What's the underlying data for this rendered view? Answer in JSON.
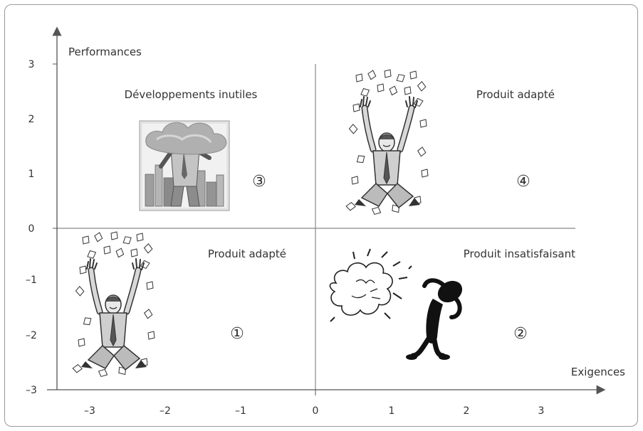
{
  "axes": {
    "y_title": "Performances",
    "x_title": "Exigences",
    "y_ticks": [
      "3",
      "2",
      "1",
      "0",
      "–1",
      "–2",
      "–3"
    ],
    "x_ticks": [
      "–3",
      "–2",
      "–1",
      "0",
      "1",
      "2",
      "3"
    ]
  },
  "quadrants": [
    {
      "id": "top-left",
      "label": "Développements inutiles",
      "number": "③",
      "illustration": "man-head-in-cloud-over-city"
    },
    {
      "id": "top-right",
      "label": "Produit adapté",
      "number": "④",
      "illustration": "kneeling-man-throwing-money"
    },
    {
      "id": "bottom-left",
      "label": "Produit adapté",
      "number": "①",
      "illustration": "kneeling-man-throwing-money"
    },
    {
      "id": "bottom-right",
      "label": "Produit insatisfaisant",
      "number": "②",
      "illustration": "frustrated-figure-explosion"
    }
  ],
  "colors": {
    "axis": "#555555",
    "divider": "#888888",
    "frame": "#9a9a9a",
    "text": "#333333"
  }
}
